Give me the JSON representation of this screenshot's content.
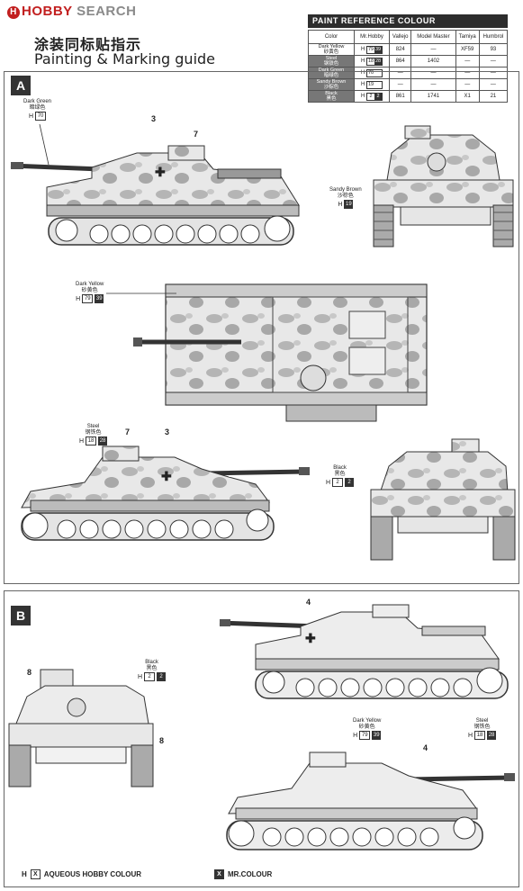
{
  "header": {
    "logo_badge": "H",
    "logo_main": "HOBBY",
    "logo_search": "SEARCH",
    "title_cn": "涂装同标贴指示",
    "title_en": "Painting & Marking guide"
  },
  "paint_table": {
    "heading": "PAINT REFERENCE COLOUR",
    "columns": [
      "Color",
      "Mr.Hobby",
      "Vallejo",
      "Model Master",
      "Tamiya",
      "Humbrol"
    ],
    "rows": [
      {
        "name": "Dark Yellow",
        "name_cn": "砂黄色",
        "h1": "79",
        "h2": "39",
        "vallejo": "824",
        "model_master": "—",
        "tamiya": "XF59",
        "humbrol": "93"
      },
      {
        "name": "Steel",
        "name_cn": "钢铁色",
        "h1": "18",
        "h2": "28",
        "vallejo": "864",
        "model_master": "1402",
        "tamiya": "—",
        "humbrol": "—"
      },
      {
        "name": "Dark Green",
        "name_cn": "暗绿色",
        "h1": "70",
        "h2": "",
        "vallejo": "—",
        "model_master": "—",
        "tamiya": "—",
        "humbrol": "—"
      },
      {
        "name": "Sandy Brown",
        "name_cn": "沙棕色",
        "h1": "19",
        "h2": "",
        "vallejo": "—",
        "model_master": "—",
        "tamiya": "—",
        "humbrol": "—"
      },
      {
        "name": "Black",
        "name_cn": "黑色",
        "h1": "2",
        "h2": "2",
        "vallejo": "861",
        "model_master": "1741",
        "tamiya": "X1",
        "humbrol": "21"
      }
    ]
  },
  "panel_a": {
    "label": "A",
    "callouts": {
      "dark_green": {
        "name": "Dark Green",
        "cn": "暗绿色",
        "h": "H",
        "code1": "70"
      },
      "sandy_brown": {
        "name": "Sandy Brown",
        "cn": "沙棕色",
        "h": "H",
        "code1": "19"
      },
      "dark_yellow": {
        "name": "Dark Yellow",
        "cn": "砂黄色",
        "h": "H",
        "code1": "79",
        "code2": "39"
      },
      "steel": {
        "name": "Steel",
        "cn": "钢铁色",
        "h": "H",
        "code1": "18",
        "code2": "28"
      },
      "black": {
        "name": "Black",
        "cn": "黑色",
        "h": "H",
        "code1": "2",
        "code2": "2"
      }
    },
    "decal_numbers": [
      "3",
      "7",
      "7",
      "3"
    ]
  },
  "panel_b": {
    "label": "B",
    "callouts": {
      "black": {
        "name": "Black",
        "cn": "黑色",
        "h": "H",
        "code1": "2",
        "code2": "2"
      },
      "dark_yellow": {
        "name": "Dark Yellow",
        "cn": "砂黄色",
        "h": "H",
        "code1": "79",
        "code2": "39"
      },
      "steel": {
        "name": "Steel",
        "cn": "钢铁色",
        "h": "H",
        "code1": "18",
        "code2": "28"
      }
    },
    "decal_numbers": [
      "4",
      "8",
      "8",
      "4"
    ]
  },
  "footer": {
    "left_h": "H",
    "left_box": "X",
    "left_text": "AQUEOUS HOBBY COLOUR",
    "right_box": "X",
    "right_text": "MR.COLOUR"
  }
}
